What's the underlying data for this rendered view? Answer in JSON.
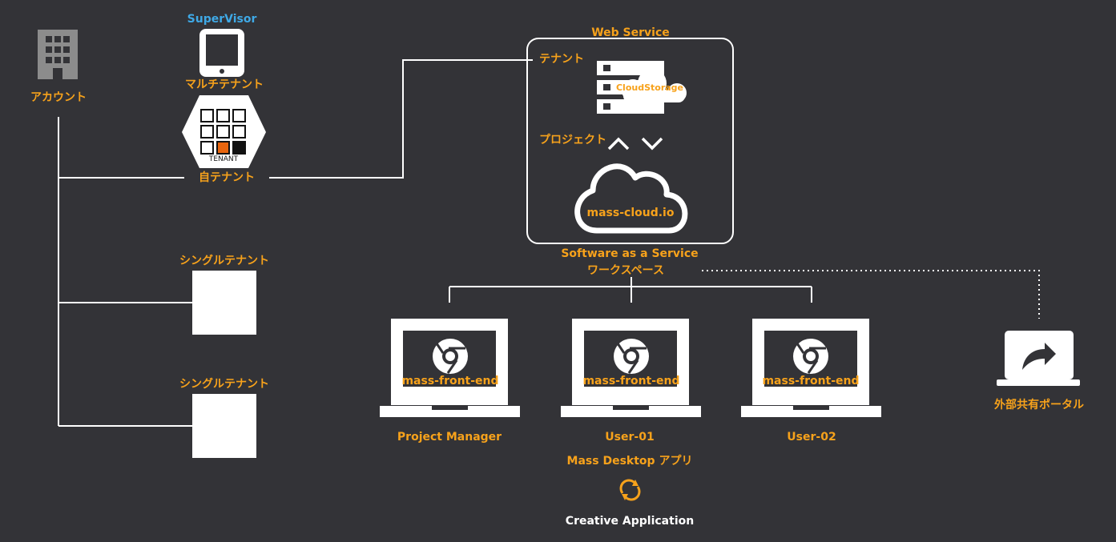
{
  "colors": {
    "background": "#333337",
    "accent": "#f7a21b",
    "supervisor": "#3fa9e6",
    "line": "#ffffff",
    "tenant_highlight": "#e8650e"
  },
  "icons": {
    "account": "building-icon",
    "supervisor": "tablet-icon",
    "tenant": "tenant-grid-icon",
    "storage": "server-icon",
    "cloud": "cloud-icon",
    "browser": "chrome-icon",
    "portal": "share-laptop-icon",
    "sync": "sync-icon"
  },
  "account": {
    "label": "アカウント"
  },
  "supervisor": {
    "label": "SuperVisor"
  },
  "multi_tenant": {
    "label": "マルチテナント",
    "badge": "TENANT"
  },
  "own_tenant": {
    "label": "自テナント"
  },
  "single_tenants": [
    {
      "label": "シングルテナント"
    },
    {
      "label": "シングルテナント"
    }
  ],
  "web_service": {
    "title": "Web Service",
    "tenant_label": "テナント",
    "storage_label": "CloudStorage",
    "project_label": "プロジェクト",
    "cloud_label": "mass-cloud.io",
    "saas_label": "Software as a Service",
    "workspace_label": "ワークスペース"
  },
  "clients": [
    {
      "app": "mass-front-end",
      "name": "Project Manager"
    },
    {
      "app": "mass-front-end",
      "name": "User-01"
    },
    {
      "app": "mass-front-end",
      "name": "User-02"
    }
  ],
  "desktop_app": {
    "label": "Mass Desktop アプリ"
  },
  "creative_app": {
    "label": "Creative Application"
  },
  "portal": {
    "label": "外部共有ポータル"
  }
}
